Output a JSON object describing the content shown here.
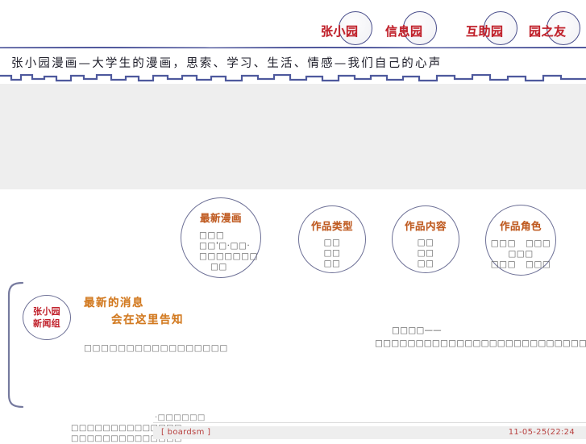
{
  "header": {
    "nav": [
      {
        "label": "张小园",
        "name": "nav-zhangxiaoyuan"
      },
      {
        "label": "信息园",
        "name": "nav-xinxiyuan"
      },
      {
        "label": "互助园",
        "name": "nav-huzhuyuan"
      },
      {
        "label": "园之友",
        "name": "nav-yuanzhiyou"
      }
    ],
    "tagline": "张小园漫画—大学生的漫画，思索、学习、生活、情感—我们自己的心声"
  },
  "colors": {
    "nav_text": "#c0202a",
    "nav_circle": "#4a4f8c",
    "bubble_title": "#bf5a20",
    "bubble_border": "#6d7096",
    "news_heading": "#d2791f",
    "banner_bg": "#eeeeee",
    "row_accent": "#b8403f"
  },
  "circle_menu": [
    {
      "title": "最新漫画",
      "items": [
        "□□□",
        "□□'□·□□·",
        "□□□□□□□",
        "□□"
      ],
      "layout": "stack"
    },
    {
      "title": "作品类型",
      "items": [
        "□□",
        "□□",
        "□□"
      ],
      "layout": "stack"
    },
    {
      "title": "作品内容",
      "items": [
        "□□",
        "□□",
        "□□"
      ],
      "layout": "stack"
    },
    {
      "title": "作品角色",
      "items": [
        "□□□",
        "□□□",
        "□□□",
        "□□□",
        "□□□"
      ],
      "layout": "grid"
    }
  ],
  "news": {
    "badge_line1": "张小园",
    "badge_line2": "新闻组",
    "heading_line1": "最新的消息",
    "heading_line2": "会在这里告知",
    "subtext": "□□□□□□□□□□□□□□□□□",
    "intro_paragraph": "□□□□——□□□□□□□□□□□□□□□□□□□□□□□□□□□□□□□□□□□□□□□□□□□□□□□□□□□□□□□□□□□□□□□□□□□□□□□□□□□□□□□□□□□□□□□□□□□□□□□□□□□□□□□□□□□□"
  },
  "bottom": {
    "left_block_line1": "□□□□□□□□□□□□□□",
    "left_block_line2": "□□□□□□□□□□□□□□",
    "list_title": "·□□□□□□",
    "row_label": "[ boardsm ]",
    "row_date": "11-05-25(22:24"
  }
}
